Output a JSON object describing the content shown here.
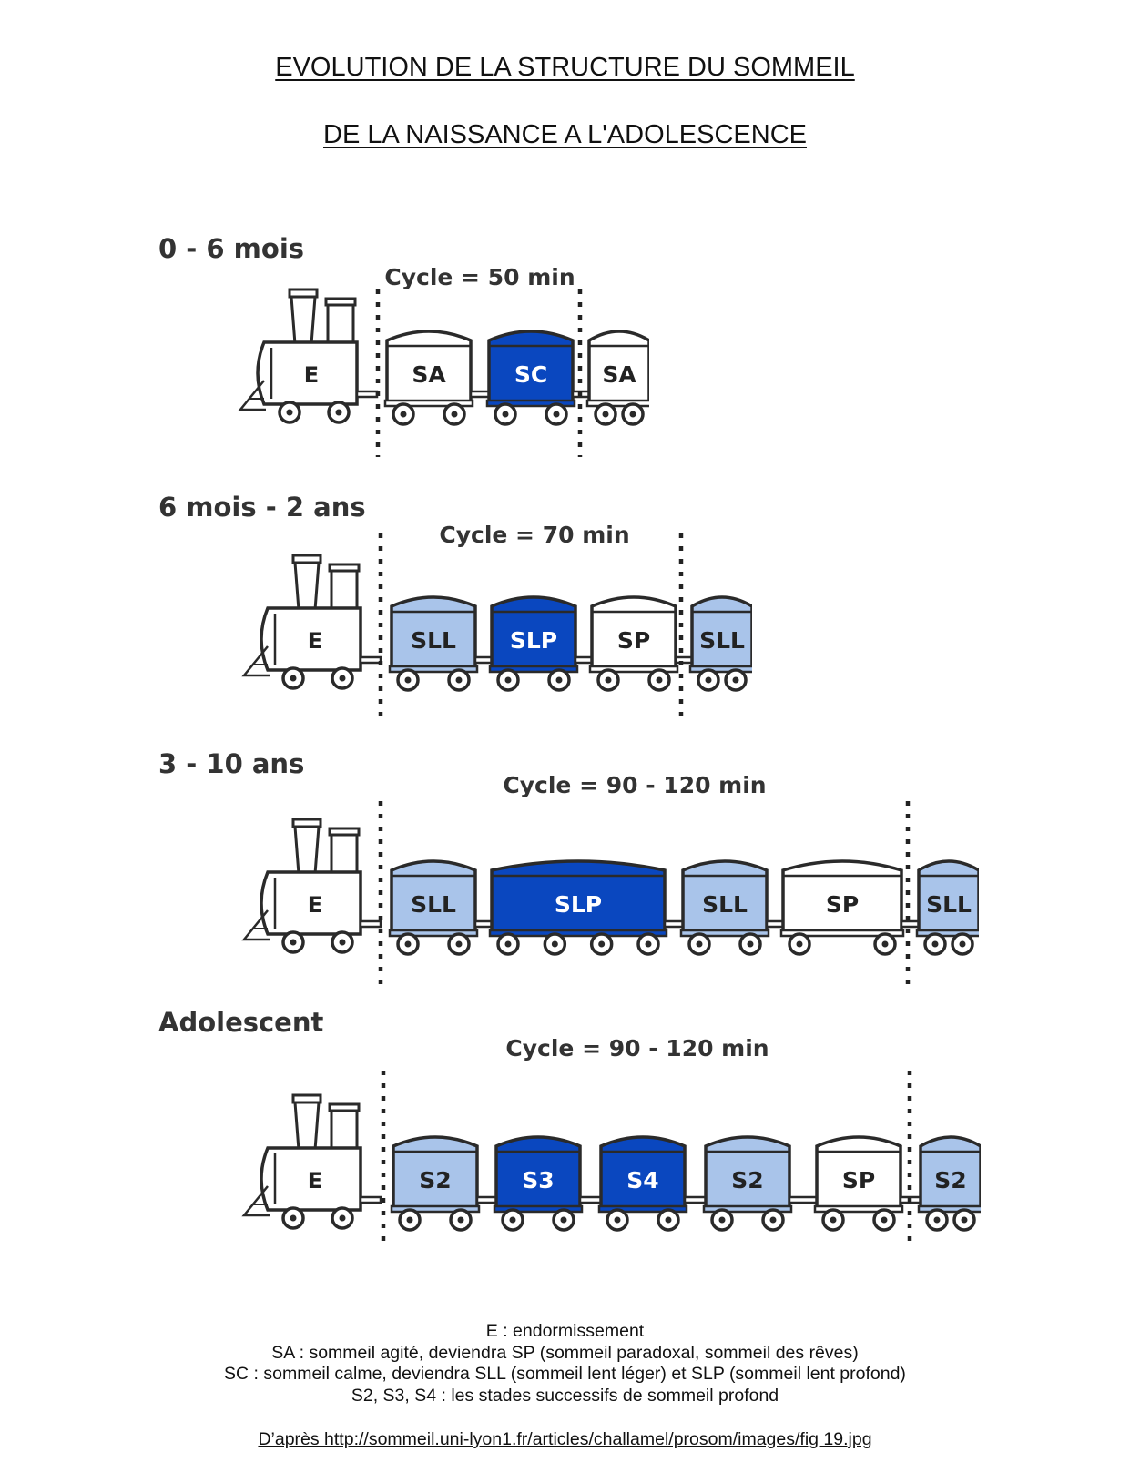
{
  "title_line1": "EVOLUTION DE LA STRUCTURE DU SOMMEIL",
  "title_line2": "DE LA NAISSANCE A L'ADOLESCENCE",
  "colors": {
    "dark_blue": "#0a47bf",
    "light_blue": "#a9c4ea",
    "white": "#ffffff",
    "outline": "#2a2a2a"
  },
  "sections": [
    {
      "label": "0 - 6 mois",
      "cycle_label": "Cycle = 50 min",
      "engine": "E",
      "cars": [
        {
          "label": "SA",
          "fill": "white"
        },
        {
          "label": "SC",
          "fill": "dark_blue"
        },
        {
          "label": "SA",
          "fill": "white"
        }
      ]
    },
    {
      "label": "6 mois - 2 ans",
      "cycle_label": "Cycle = 70 min",
      "engine": "E",
      "cars": [
        {
          "label": "SLL",
          "fill": "light_blue"
        },
        {
          "label": "SLP",
          "fill": "dark_blue"
        },
        {
          "label": "SP",
          "fill": "white"
        },
        {
          "label": "SLL",
          "fill": "light_blue"
        }
      ]
    },
    {
      "label": "3 - 10 ans",
      "cycle_label": "Cycle = 90 - 120 min",
      "engine": "E",
      "cars": [
        {
          "label": "SLL",
          "fill": "light_blue"
        },
        {
          "label": "SLP",
          "fill": "dark_blue"
        },
        {
          "label": "SLL",
          "fill": "light_blue"
        },
        {
          "label": "SP",
          "fill": "white"
        },
        {
          "label": "SLL",
          "fill": "light_blue"
        }
      ]
    },
    {
      "label": "Adolescent",
      "cycle_label": "Cycle = 90 - 120 min",
      "engine": "E",
      "cars": [
        {
          "label": "S2",
          "fill": "light_blue"
        },
        {
          "label": "S3",
          "fill": "dark_blue"
        },
        {
          "label": "S4",
          "fill": "dark_blue"
        },
        {
          "label": "S2",
          "fill": "light_blue"
        },
        {
          "label": "SP",
          "fill": "white"
        },
        {
          "label": "S2",
          "fill": "light_blue"
        }
      ]
    }
  ],
  "legend": [
    "E : endormissement",
    "SA : sommeil agité, deviendra SP (sommeil paradoxal, sommeil des rêves)",
    "SC : sommeil calme, deviendra SLL (sommeil lent léger) et SLP (sommeil lent profond)",
    "S2, S3, S4 : les stades successifs de sommeil profond"
  ],
  "source": "D’après http://sommeil.uni-lyon1.fr/articles/challamel/prosom/images/fig 19.jpg"
}
